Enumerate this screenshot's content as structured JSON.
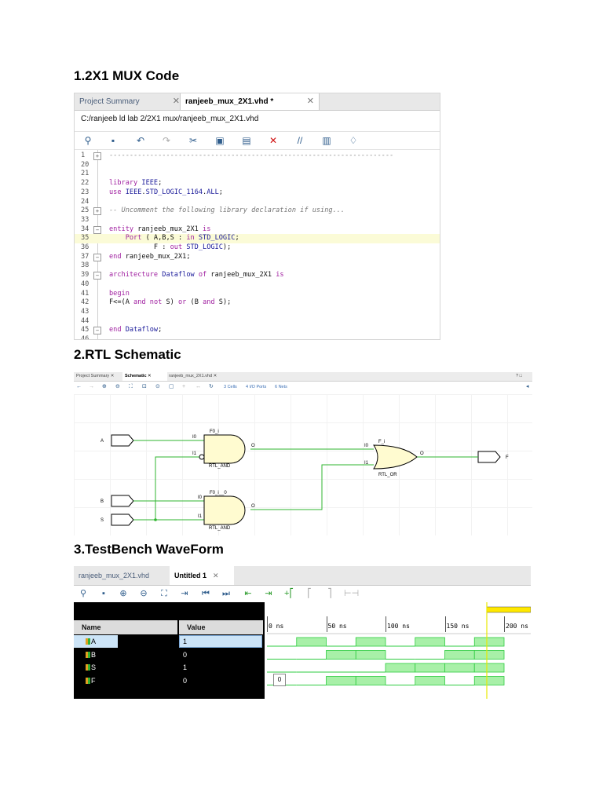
{
  "sections": [
    {
      "heading": "1.2X1 MUX Code"
    },
    {
      "heading": "2.RTL Schematic"
    },
    {
      "heading": "3.TestBench WaveForm"
    }
  ],
  "editor": {
    "tabs": [
      {
        "label": "Project Summary",
        "active": false
      },
      {
        "label": "ranjeeb_mux_2X1.vhd *",
        "active": true
      }
    ],
    "file_path": "C:/ranjeeb ld lab 2/2X1 mux/ranjeeb_mux_2X1.vhd",
    "toolbar_icons": [
      "search-icon",
      "save-icon",
      "undo-icon",
      "redo-icon",
      "cut-icon",
      "copy-icon",
      "paste-icon",
      "delete-icon",
      "comment-icon",
      "columns-icon",
      "bulb-icon"
    ],
    "lines": [
      {
        "num": "1",
        "text": "",
        "fold": "+"
      },
      {
        "num": "20",
        "text": ""
      },
      {
        "num": "21",
        "text": ""
      },
      {
        "num": "22",
        "text": "library IEEE;"
      },
      {
        "num": "23",
        "text": "use IEEE.STD_LOGIC_1164.ALL;"
      },
      {
        "num": "24",
        "text": ""
      },
      {
        "num": "25",
        "text": "-- Uncomment the following library declaration if using...",
        "fold": "+"
      },
      {
        "num": "33",
        "text": ""
      },
      {
        "num": "34",
        "text": "entity ranjeeb_mux_2X1 is",
        "fold": "-"
      },
      {
        "num": "35",
        "text": "    Port ( A,B,S : in STD_LOGIC;",
        "highlight": true
      },
      {
        "num": "36",
        "text": "           F : out STD_LOGIC);"
      },
      {
        "num": "37",
        "text": "end ranjeeb_mux_2X1;",
        "fold": "-"
      },
      {
        "num": "38",
        "text": ""
      },
      {
        "num": "39",
        "text": "architecture Dataflow of ranjeeb_mux_2X1 is",
        "fold": "-"
      },
      {
        "num": "40",
        "text": ""
      },
      {
        "num": "41",
        "text": "begin"
      },
      {
        "num": "42",
        "text": "F<=(A and not S) or (B and S);"
      },
      {
        "num": "43",
        "text": ""
      },
      {
        "num": "44",
        "text": ""
      },
      {
        "num": "45",
        "text": "end Dataflow;",
        "fold": "-"
      },
      {
        "num": "46",
        "text": ""
      }
    ]
  },
  "schematic": {
    "tabs": [
      {
        "label": "Project Summary",
        "active": false
      },
      {
        "label": "Schematic",
        "active": true
      },
      {
        "label": "ranjeeb_mux_2X1.vhd",
        "active": false
      }
    ],
    "stats": {
      "cells": "3 Cells",
      "ports": "4 I/O Ports",
      "nets": "6 Nets"
    },
    "ports": {
      "A": "A",
      "B": "B",
      "S": "S",
      "F": "F"
    },
    "gates": [
      {
        "instance": "F0_i",
        "type": "RTL_AND",
        "in0": "I0",
        "in1": "I1",
        "out": "O"
      },
      {
        "instance": "F0_i__0",
        "type": "RTL_AND",
        "in0": "I0",
        "in1": "I1",
        "out": "O"
      },
      {
        "instance": "F_i",
        "type": "RTL_OR",
        "in0": "I0",
        "in1": "I1",
        "out": "O"
      }
    ],
    "corner_icons": "? □"
  },
  "waveform": {
    "tabs": [
      {
        "label": "ranjeeb_mux_2X1.vhd",
        "active": false
      },
      {
        "label": "Untitled 1",
        "active": true
      }
    ],
    "columns": {
      "name": "Name",
      "value": "Value"
    },
    "signals": [
      {
        "name": "A",
        "value": "1"
      },
      {
        "name": "B",
        "value": "0"
      },
      {
        "name": "S",
        "value": "1"
      },
      {
        "name": "F",
        "value": "0"
      }
    ],
    "time_ticks": [
      "0 ns",
      "50 ns",
      "100 ns",
      "150 ns",
      "200 ns"
    ],
    "cursor_label": "0",
    "colors": {
      "wave_fill": "#a8f0a8",
      "wave_line": "#2ecc40",
      "cursor": "#e8e800",
      "select_row": "#cce4f7"
    }
  }
}
